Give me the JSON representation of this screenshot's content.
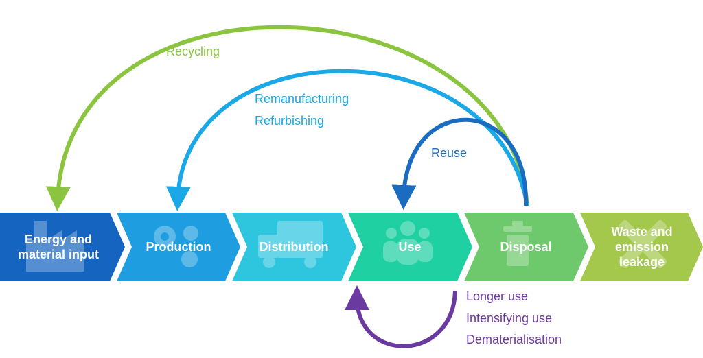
{
  "stages": [
    {
      "label": "Energy and\nmaterial input",
      "color": "#1565c0",
      "icon": "factory-icon"
    },
    {
      "label": "Production",
      "color": "#1e9ee0",
      "icon": "gears-icon"
    },
    {
      "label": "Distribution",
      "color": "#2ec6df",
      "icon": "truck-icon"
    },
    {
      "label": "Use",
      "color": "#1fd0a2",
      "icon": "people-icon"
    },
    {
      "label": "Disposal",
      "color": "#6dc96b",
      "icon": "trash-bin-icon"
    },
    {
      "label": "Waste and\nemission\nleakage",
      "color": "#a3c84b",
      "icon": "cross-icon"
    }
  ],
  "loops": {
    "recycling": {
      "label": "Recycling",
      "color": "#8bc53f"
    },
    "remanufacturing": {
      "label1": "Remanufacturing",
      "label2": "Refurbishing",
      "color": "#1ba8e6"
    },
    "reuse": {
      "label": "Reuse",
      "color": "#1a6cc0"
    },
    "use_extension": {
      "label1": "Longer use",
      "label2": "Intensifying use",
      "label3": "Dematerialisation",
      "color": "#6b3aa0"
    }
  }
}
